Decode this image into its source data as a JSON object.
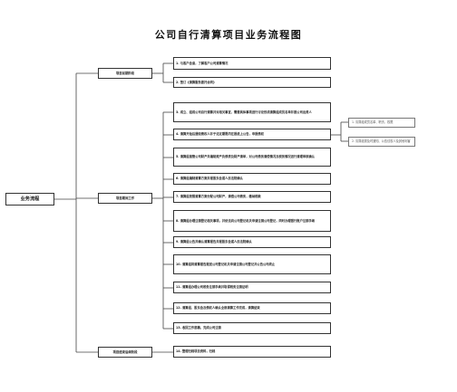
{
  "title": "公司自行清算项目业务流程图",
  "root": "业务流程",
  "phases": [
    {
      "label": "项目前期阶段"
    },
    {
      "label": "项目期间工作"
    },
    {
      "label": "项目结束后续阶段"
    }
  ],
  "steps": [
    {
      "text": "1. 与客户会谈，了解客户公司清算情况"
    },
    {
      "text": "2. 签订《清算服务委托合同》"
    },
    {
      "text": "3. 成立、组成公司自行清算并对相关事宜，需要具体事项进行讨论形成清算组成员名单并报公司出资人"
    },
    {
      "text": "4. 清算开始后通知债权人并于法定期限内在报纸上公告，申报债权"
    },
    {
      "text": "5. 清算组接管公司财产并编制资产负债表及财产清单，对公司债务清偿情况及税务情况进行清理审核确认"
    },
    {
      "text": "6. 清算组编制清算方案并报股东会或人民法院确认"
    },
    {
      "text": "7. 清算组按照清算方案分配公司财产，清偿公司债务，缴纳税款"
    },
    {
      "text": "8. 清算组办理注销登记相关事项，并依法向公司登记机关申请注销公司登记，同时办理银行账户注销手续"
    },
    {
      "text": "9. 清算组公告并确认清算报告并报股东会或人民法院确认"
    },
    {
      "text": "10. 清算组将清算报告报送公司登记机关申请注销公司登记并公告公司终止"
    },
    {
      "text": "11. 清算组办理公司税务注销手续并取得税务注销证明"
    },
    {
      "text": "12. 清算组、股东会及债权人确认全部清算工作完成，清算结束"
    },
    {
      "text": "13. 收回工作底稿，完成公司注销"
    },
    {
      "text": "14. 整理归档项目资料，归档"
    }
  ],
  "notes": [
    {
      "text": "1. 清算组成员名单、职责、权限"
    },
    {
      "text": "2. 清算组需及时通知、公告债权人及其他利害关系人"
    }
  ]
}
